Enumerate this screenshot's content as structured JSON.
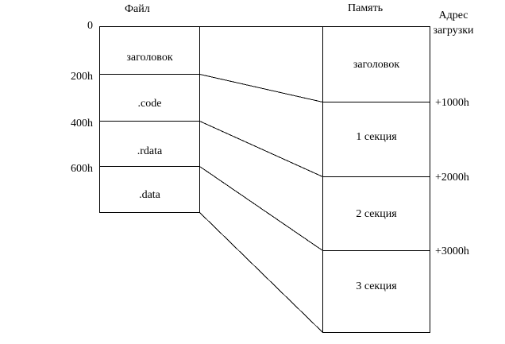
{
  "diagram": {
    "file_column": {
      "title": "Файл",
      "offset_labels": [
        "0",
        "200h",
        "400h",
        "600h"
      ],
      "sections": [
        "заголовок",
        ".code",
        ".rdata",
        ".data"
      ]
    },
    "memory_column": {
      "title": "Память",
      "load_address_label": {
        "line1": "Адрес",
        "line2": "загрузки"
      },
      "address_labels": [
        "+1000h",
        "+2000h",
        "+3000h"
      ],
      "sections": [
        "заголовок",
        "1 секция",
        "2 секция",
        "3 секция"
      ]
    },
    "colors": {
      "line": "#000000",
      "text": "#000000",
      "background": "#ffffff"
    }
  }
}
